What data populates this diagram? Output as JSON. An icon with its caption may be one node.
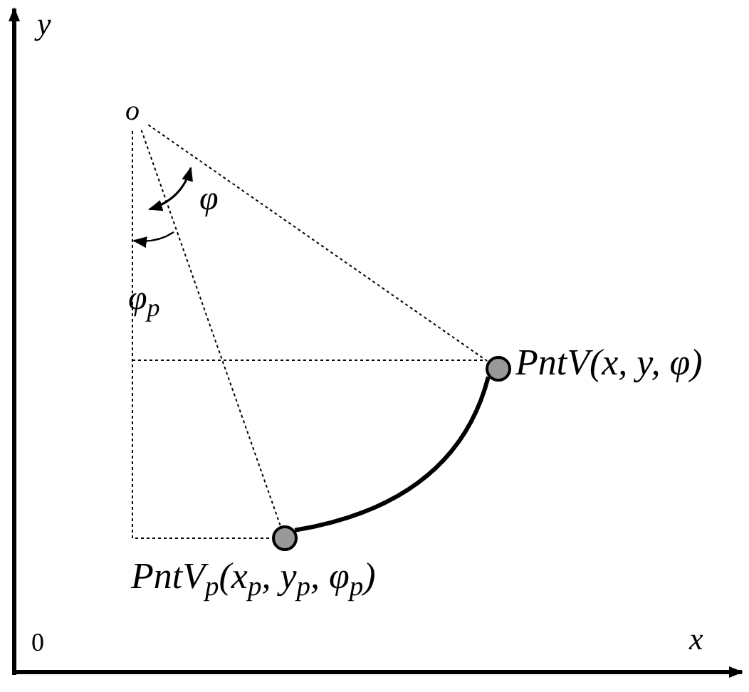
{
  "diagram": {
    "nodes": [
      {
        "text": [
          "o"
        ]
      },
      {
        "text": [],
        "shape": "circle",
        "beside": [
          "PntV(x, y, φ)"
        ]
      },
      {
        "text": [],
        "shape": "circle",
        "beside": [
          "PntV$_{p}$(x$_{p}$, y$_{p}$, φ$_{p}$)"
        ]
      }
    ],
    "edges": [
      {
        "from": 0,
        "to": 1,
        "arrow": "none",
        "style": "dashed"
      },
      {
        "from": 0,
        "to": 2,
        "arrow": "none",
        "style": "dashed"
      },
      {
        "from": 2,
        "to": 1,
        "arrow": "none",
        "style": "thick"
      }
    ],
    "labels": [
      "y",
      "φ",
      "φ$_{p}$",
      "0",
      "x"
    ]
  }
}
